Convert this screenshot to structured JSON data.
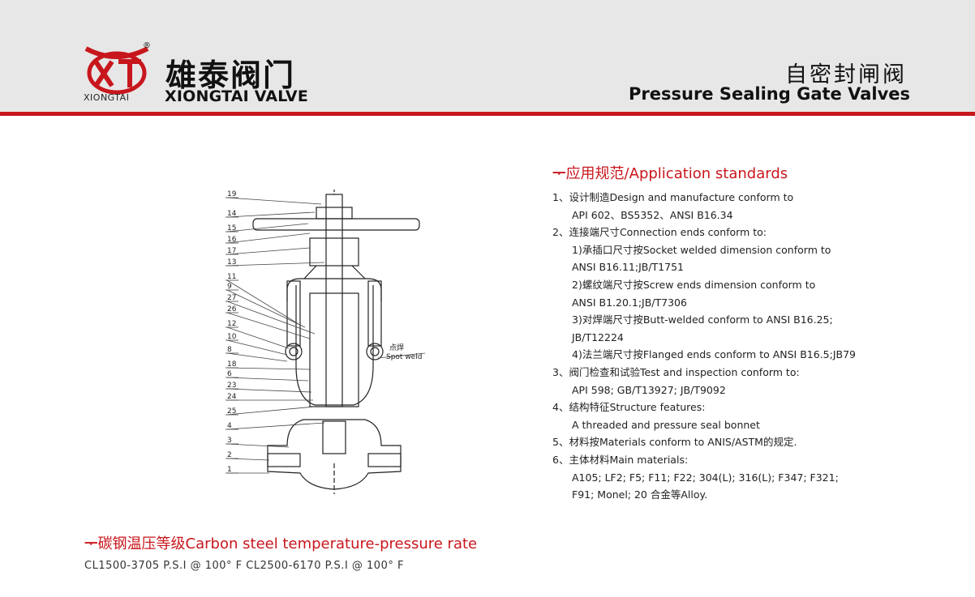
{
  "brand": {
    "registered_mark": "®",
    "name_cn": "雄泰阀门",
    "logo_small": "XIONGTAI",
    "name_en": "XIONGTAI VALVE",
    "color_red": "#c8161d"
  },
  "title": {
    "cn": "自密封闸阀",
    "en": "Pressure Sealing Gate Valves"
  },
  "application": {
    "heading": "应用规范/Application standards",
    "lines": [
      "1、设计制造Design and manufacture conform to",
      "API 602、BS5352、ANSI B16.34",
      "2、连接端尺寸Connection ends conform to:",
      "1)承插口尺寸按Socket welded dimension conform to",
      "ANSI B16.11;JB/T1751",
      "2)螺纹端尺寸按Screw ends dimension conform to",
      "ANSI B1.20.1;JB/T7306",
      "3)对焊端尺寸按Butt-welded conform to ANSI B16.25;",
      "JB/T12224",
      "4)法兰端尺寸按Flanged ends conform to ANSI B16.5;JB79",
      "3、阀门检查和试验Test and inspection conform to:",
      "API 598; GB/T13927; JB/T9092",
      "4、结构特征Structure features:",
      "A threaded and pressure seal bonnet",
      "5、材料按Materials conform to ANIS/ASTM的规定.",
      "6、主体材料Main materials:",
      "A105; LF2; F5; F11; F22; 304(L); 316(L); F347; F321;",
      "F91; Monel; 20 合金等Alloy."
    ]
  },
  "rating": {
    "heading": "碳钢温压等级Carbon steel temperature-pressure rate",
    "text": "CL1500-3705 P.S.I @ 100°  F    CL2500-6170 P.S.I @ 100°  F"
  },
  "drawing": {
    "part_numbers": [
      "19",
      "14",
      "15",
      "16",
      "17",
      "13",
      "11",
      "9",
      "27",
      "26",
      "12",
      "10",
      "8",
      "18",
      "6",
      "23",
      "24",
      "25",
      "4",
      "3",
      "2",
      "1"
    ],
    "weld_cn": "点焊",
    "weld_en": "Spot weld"
  }
}
